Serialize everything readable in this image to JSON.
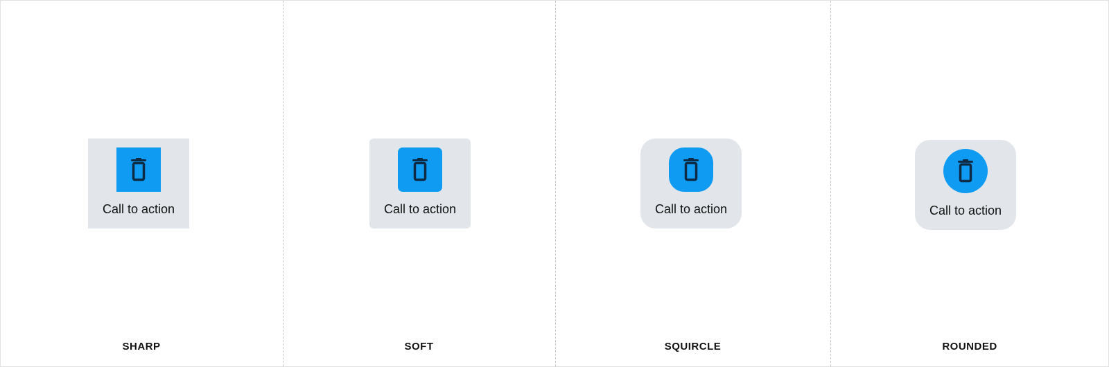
{
  "variants": [
    {
      "name": "SHARP",
      "label": "Call to action",
      "icon": "trash-icon"
    },
    {
      "name": "SOFT",
      "label": "Call to action",
      "icon": "trash-icon"
    },
    {
      "name": "SQUIRCLE",
      "label": "Call to action",
      "icon": "trash-icon"
    },
    {
      "name": "ROUNDED",
      "label": "Call to action",
      "icon": "trash-icon"
    }
  ],
  "colors": {
    "accent": "#0f9bf2",
    "card": "#e2e6ea",
    "icon": "#0d2b45"
  }
}
